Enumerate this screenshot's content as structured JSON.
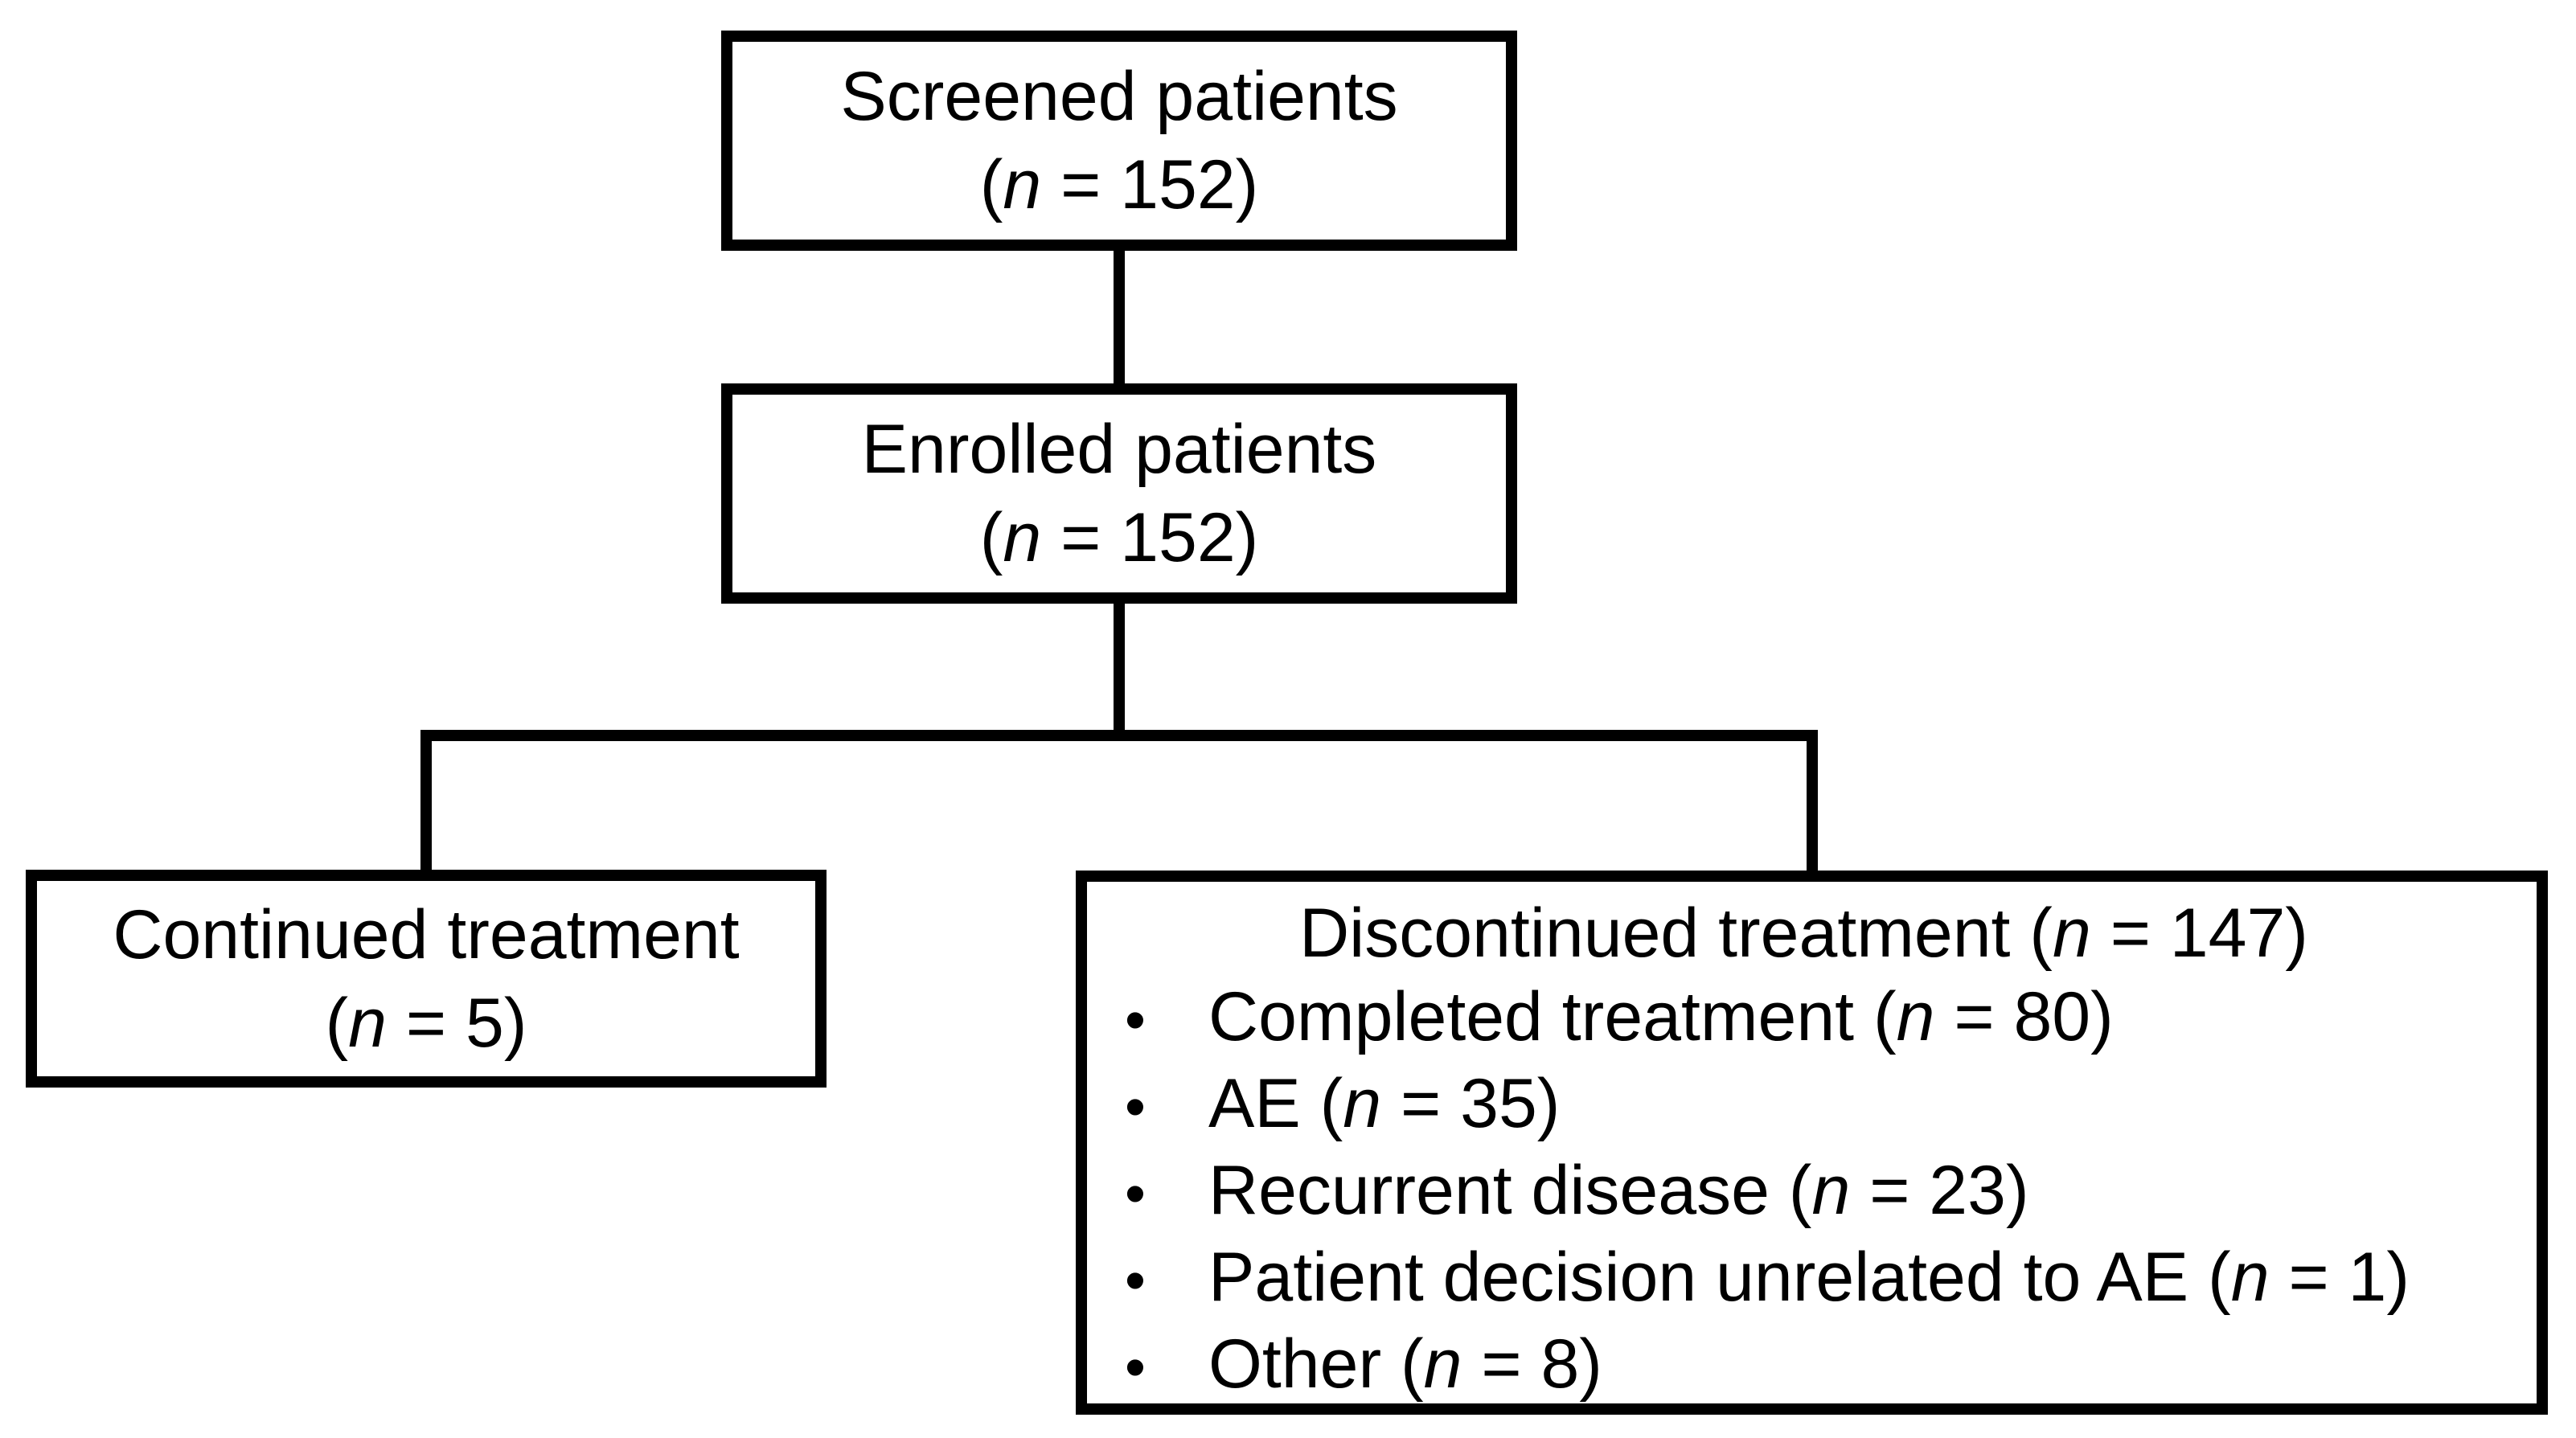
{
  "nodes": {
    "screened": {
      "title": "Screened patients",
      "pre": "(",
      "nvar": "n",
      "post": " = 152)"
    },
    "enrolled": {
      "title": "Enrolled patients",
      "pre": "(",
      "nvar": "n",
      "post": " = 152)"
    },
    "continued": {
      "title": "Continued treatment",
      "pre": "(",
      "nvar": "n",
      "post": " = 5)"
    },
    "discontinued": {
      "header_pre": "Discontinued treatment (",
      "nvar": "n",
      "header_post": " = 147)",
      "bullet_char": "•",
      "bullets": [
        {
          "pre": "Completed treatment (",
          "nvar": "n",
          "post": " = 80)"
        },
        {
          "pre": "AE (",
          "nvar": "n",
          "post": " = 35)"
        },
        {
          "pre": "Recurrent disease (",
          "nvar": "n",
          "post": " = 23)"
        },
        {
          "pre": "Patient decision unrelated to AE (",
          "nvar": "n",
          "post": " = 1)"
        },
        {
          "pre": "Other (",
          "nvar": "n",
          "post": " = 8)"
        }
      ]
    }
  }
}
